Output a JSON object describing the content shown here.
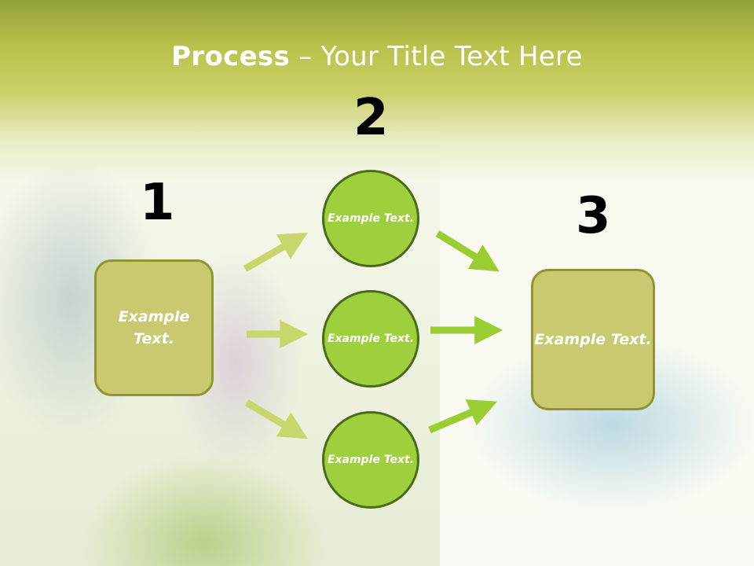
{
  "slide": {
    "title_bold": "Process",
    "title_rest": " – Your Title Text Here",
    "step1": {
      "number": "1",
      "text": "Example Text."
    },
    "step2": {
      "number": "2",
      "items": [
        "Example Text.",
        "Example Text.",
        "Example Text."
      ]
    },
    "step3": {
      "number": "3",
      "text": "Example Text."
    }
  },
  "colors": {
    "accent_green": "#9ecf3c",
    "box_olive": "#c9c970",
    "arrow_green": "#9acd32"
  }
}
